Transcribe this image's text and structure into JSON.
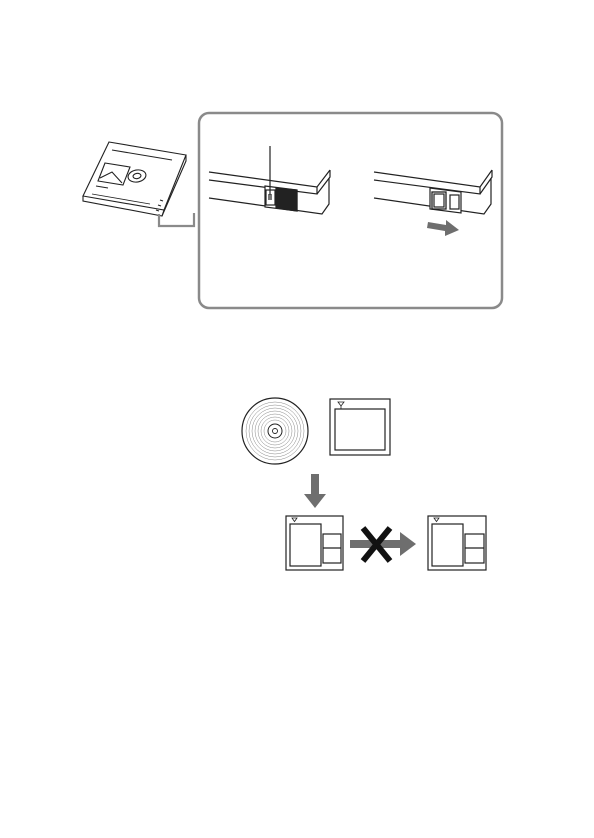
{
  "figure1": {
    "minidisc": {
      "icon": "minidisc-cartridge-icon"
    },
    "callout": {
      "panels": [
        {
          "state": "record-protected-tab-closed",
          "icon": "write-protect-tab-closed-icon"
        },
        {
          "state": "tab-slid-open",
          "icon": "write-protect-tab-open-icon",
          "arrow_direction": "right"
        }
      ]
    }
  },
  "figure2": {
    "source": [
      {
        "icon": "cd-disc-icon"
      },
      {
        "icon": "minidisc-cartridge-icon"
      }
    ],
    "copy_arrow": {
      "direction": "down"
    },
    "copy": {
      "icon": "minidisc-cartridge-icon"
    },
    "prohibited": {
      "icon": "prohibited-x-icon"
    },
    "second_copy": {
      "icon": "minidisc-cartridge-icon"
    },
    "colors": {
      "line": "#222222",
      "arrow": "#6e6e6e",
      "callout_border": "#8a8a8a",
      "window_fill": "#e6e6e6"
    }
  }
}
